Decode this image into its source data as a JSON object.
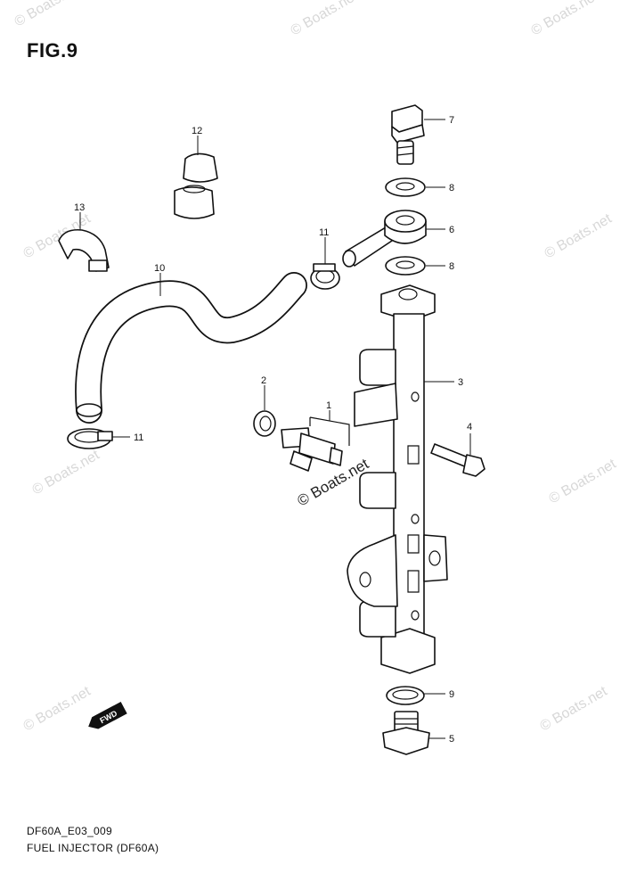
{
  "figure": {
    "title": "FIG.9"
  },
  "footer": {
    "code": "DF60A_E03_009",
    "name": "FUEL INJECTOR (DF60A)"
  },
  "watermark": {
    "text": "© Boats.net",
    "center_text": "© Boats.net",
    "color": "#d8d8d8"
  },
  "direction_badge": {
    "label": "FWD"
  },
  "callouts": {
    "c1": "1",
    "c2": "2",
    "c3": "3",
    "c4": "4",
    "c5": "5",
    "c6": "6",
    "c7": "7",
    "c8a": "8",
    "c8b": "8",
    "c9": "9",
    "c10": "10",
    "c11a": "11",
    "c11b": "11",
    "c12": "12",
    "c13": "13"
  }
}
